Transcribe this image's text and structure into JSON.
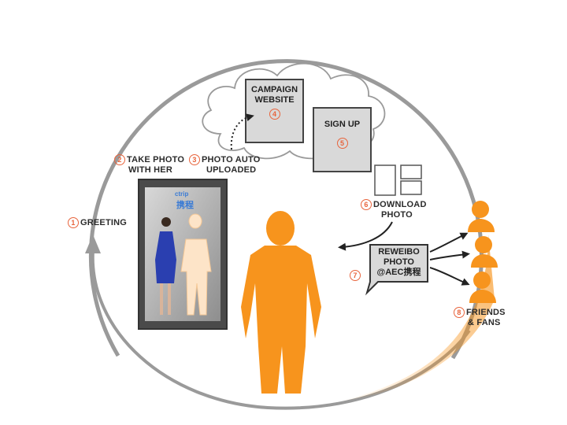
{
  "steps": {
    "s1": {
      "num": "1",
      "label": "GREETING"
    },
    "s2": {
      "num": "2",
      "line1": "TAKE PHOTO",
      "line2": "WITH HER"
    },
    "s3": {
      "num": "3",
      "line1": "PHOTO AUTO",
      "line2": "UPLOADED"
    },
    "s4": {
      "num": "4",
      "line1": "CAMPAIGN",
      "line2": "WEBSITE"
    },
    "s5": {
      "num": "5",
      "label": "SIGN UP"
    },
    "s6": {
      "num": "6",
      "line1": "DOWNLOAD",
      "line2": "PHOTO"
    },
    "s7": {
      "num": "7",
      "line1": "REWEIBO",
      "line2": "PHOTO",
      "line3": "@AEC携程"
    },
    "s8": {
      "num": "8",
      "line1": "FRIENDS",
      "line2": "& FANS"
    }
  },
  "kiosk": {
    "logo": "携程",
    "logo_small": "ctrip"
  },
  "colors": {
    "accent": "#f7941d",
    "number": "#e8643c",
    "ring": "#9a9a9a",
    "box": "#d9d9d9"
  }
}
